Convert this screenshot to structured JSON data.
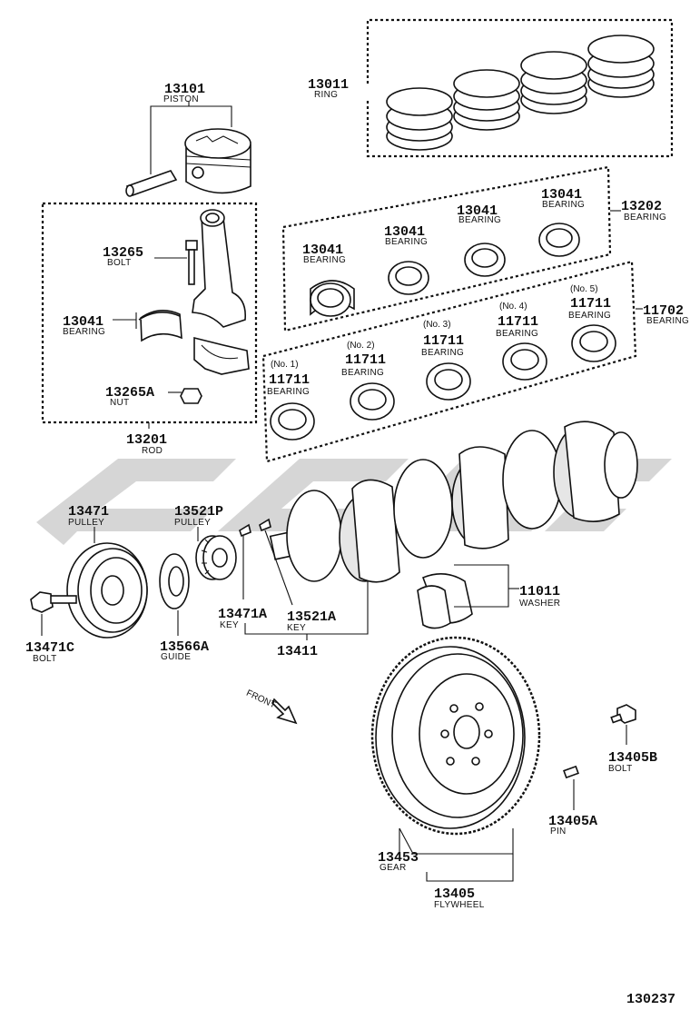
{
  "labels": {
    "ring": {
      "code": "13011",
      "name": "RING"
    },
    "piston": {
      "code": "13101",
      "name": "PISTON"
    },
    "bearing_set": {
      "code": "13202",
      "name": "BEARING"
    },
    "main_bearing_set": {
      "code": "11702",
      "name": "BEARING"
    },
    "rod_bearing_a": {
      "code": "13041",
      "name": "BEARING"
    },
    "rod_bearing_b": {
      "code": "13041",
      "name": "BEARING"
    },
    "rod_bearing_c": {
      "code": "13041",
      "name": "BEARING"
    },
    "rod_bearing_d": {
      "code": "13041",
      "name": "BEARING"
    },
    "rod_bolt": {
      "code": "13265",
      "name": "BOLT"
    },
    "rod_bearing_main": {
      "code": "13041",
      "name": "BEARING"
    },
    "rod_nut": {
      "code": "13265A",
      "name": "NUT"
    },
    "rod": {
      "code": "13201",
      "name": "ROD"
    },
    "main_no1": {
      "pos": "(No. 1)",
      "code": "11711",
      "name": "BEARING"
    },
    "main_no2": {
      "pos": "(No. 2)",
      "code": "11711",
      "name": "BEARING"
    },
    "main_no3": {
      "pos": "(No. 3)",
      "code": "11711",
      "name": "BEARING"
    },
    "main_no4": {
      "pos": "(No. 4)",
      "code": "11711",
      "name": "BEARING"
    },
    "main_no5": {
      "pos": "(No. 5)",
      "code": "11711",
      "name": "BEARING"
    },
    "pulley": {
      "code": "13471",
      "name": "PULLEY"
    },
    "timing_pulley": {
      "code": "13521P",
      "name": "PULLEY"
    },
    "washer": {
      "code": "11011",
      "name": "WASHER"
    },
    "pulley_bolt": {
      "code": "13471C",
      "name": "BOLT"
    },
    "guide": {
      "code": "13566A",
      "name": "GUIDE"
    },
    "key_a": {
      "code": "13471A",
      "name": "KEY"
    },
    "key_b": {
      "code": "13521A",
      "name": "KEY"
    },
    "crankshaft": {
      "code": "13411"
    },
    "front": {
      "name": "FRONT"
    },
    "flywheel_bolt": {
      "code": "13405B",
      "name": "BOLT"
    },
    "flywheel_pin": {
      "code": "13405A",
      "name": "PIN"
    },
    "ring_gear": {
      "code": "13453",
      "name": "GEAR"
    },
    "flywheel": {
      "code": "13405",
      "name": "FLYWHEEL"
    }
  },
  "figure_number": "130237"
}
